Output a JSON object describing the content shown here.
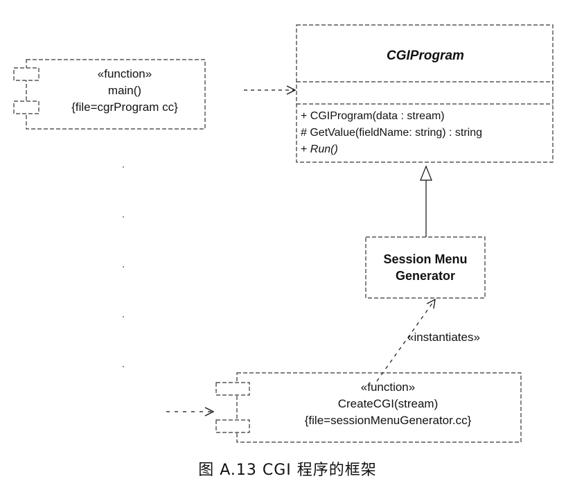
{
  "main_component": {
    "stereotype": "«function»",
    "name": "main()",
    "file": "{file=cgrProgram cc}"
  },
  "cgi_class": {
    "name": "CGIProgram",
    "operations": [
      "+ CGIProgram(data : stream)",
      "# GetValue(fieldName: string) : string",
      "+ Run()"
    ]
  },
  "session_class": {
    "name_line1": "Session Menu",
    "name_line2": "Generator"
  },
  "instantiates_label": "«instantiates»",
  "create_component": {
    "stereotype": "«function»",
    "name": "CreateCGI(stream)",
    "file": "{file=sessionMenuGenerator.cc}"
  },
  "caption": "图 A.13   CGI 程序的框架"
}
